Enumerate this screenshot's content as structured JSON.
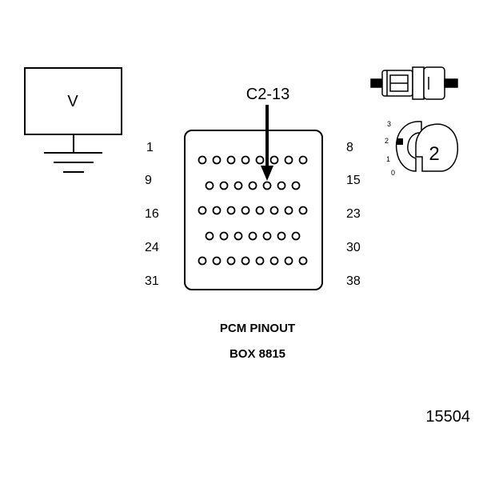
{
  "voltmeter": {
    "label": "V"
  },
  "probe": {
    "label": "C2-13"
  },
  "pin_labels": {
    "left": [
      "1",
      "9",
      "16",
      "24",
      "31"
    ],
    "right": [
      "8",
      "15",
      "23",
      "30",
      "38"
    ]
  },
  "caption": {
    "line1": "PCM PINOUT",
    "line2": "BOX 8815"
  },
  "figure_number": "15504",
  "switch": {
    "position_labels": [
      "3",
      "2",
      "1",
      "0"
    ],
    "selected_label": "2"
  }
}
